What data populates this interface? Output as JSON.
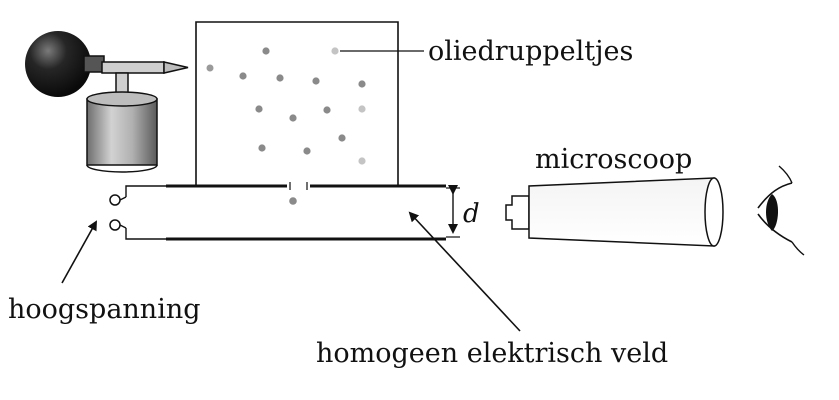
{
  "labels": {
    "droplets": "oliedruppeltjes",
    "microscope": "microscoop",
    "plate_distance": "d",
    "high_voltage": "hoogspanning",
    "field": "homogeen elektrisch veld"
  },
  "colors": {
    "line": "#111111",
    "bulb": "#1a1a1a",
    "container": "#9a9a9a",
    "droplet_dark": "#8a8a8a",
    "droplet_light": "#c4c4c4"
  },
  "icons": [
    "atomizer-bulb",
    "eye-icon"
  ]
}
